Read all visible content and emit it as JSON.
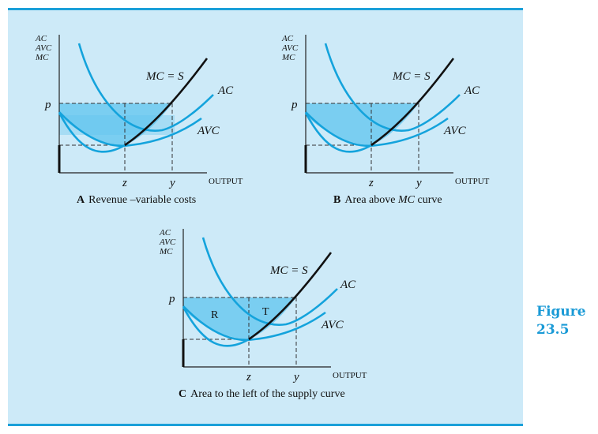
{
  "figure": {
    "label_line1": "Figure",
    "label_line2": "23.5"
  },
  "axis_labels": {
    "y_line1": "AC",
    "y_line2": "AVC",
    "y_line3": "MC",
    "x": "OUTPUT",
    "p": "p",
    "z": "z",
    "y": "y"
  },
  "curve_labels": {
    "mc": "MC = S",
    "ac": "AC",
    "avc": "AVC"
  },
  "panels": [
    {
      "letter": "A",
      "caption": "Revenue –variable costs"
    },
    {
      "letter": "B",
      "caption_pre": "Area above ",
      "caption_em": "MC",
      "caption_post": " curve"
    },
    {
      "letter": "C",
      "caption": "Area to the left of the supply curve",
      "region_r": "R",
      "region_t": "T"
    }
  ],
  "colors": {
    "curve": "#14a3dc",
    "mc": "#111111",
    "shade": "#5ec4ef",
    "panel_bg": "#cdeaf8",
    "accent": "#1ba0d9"
  }
}
